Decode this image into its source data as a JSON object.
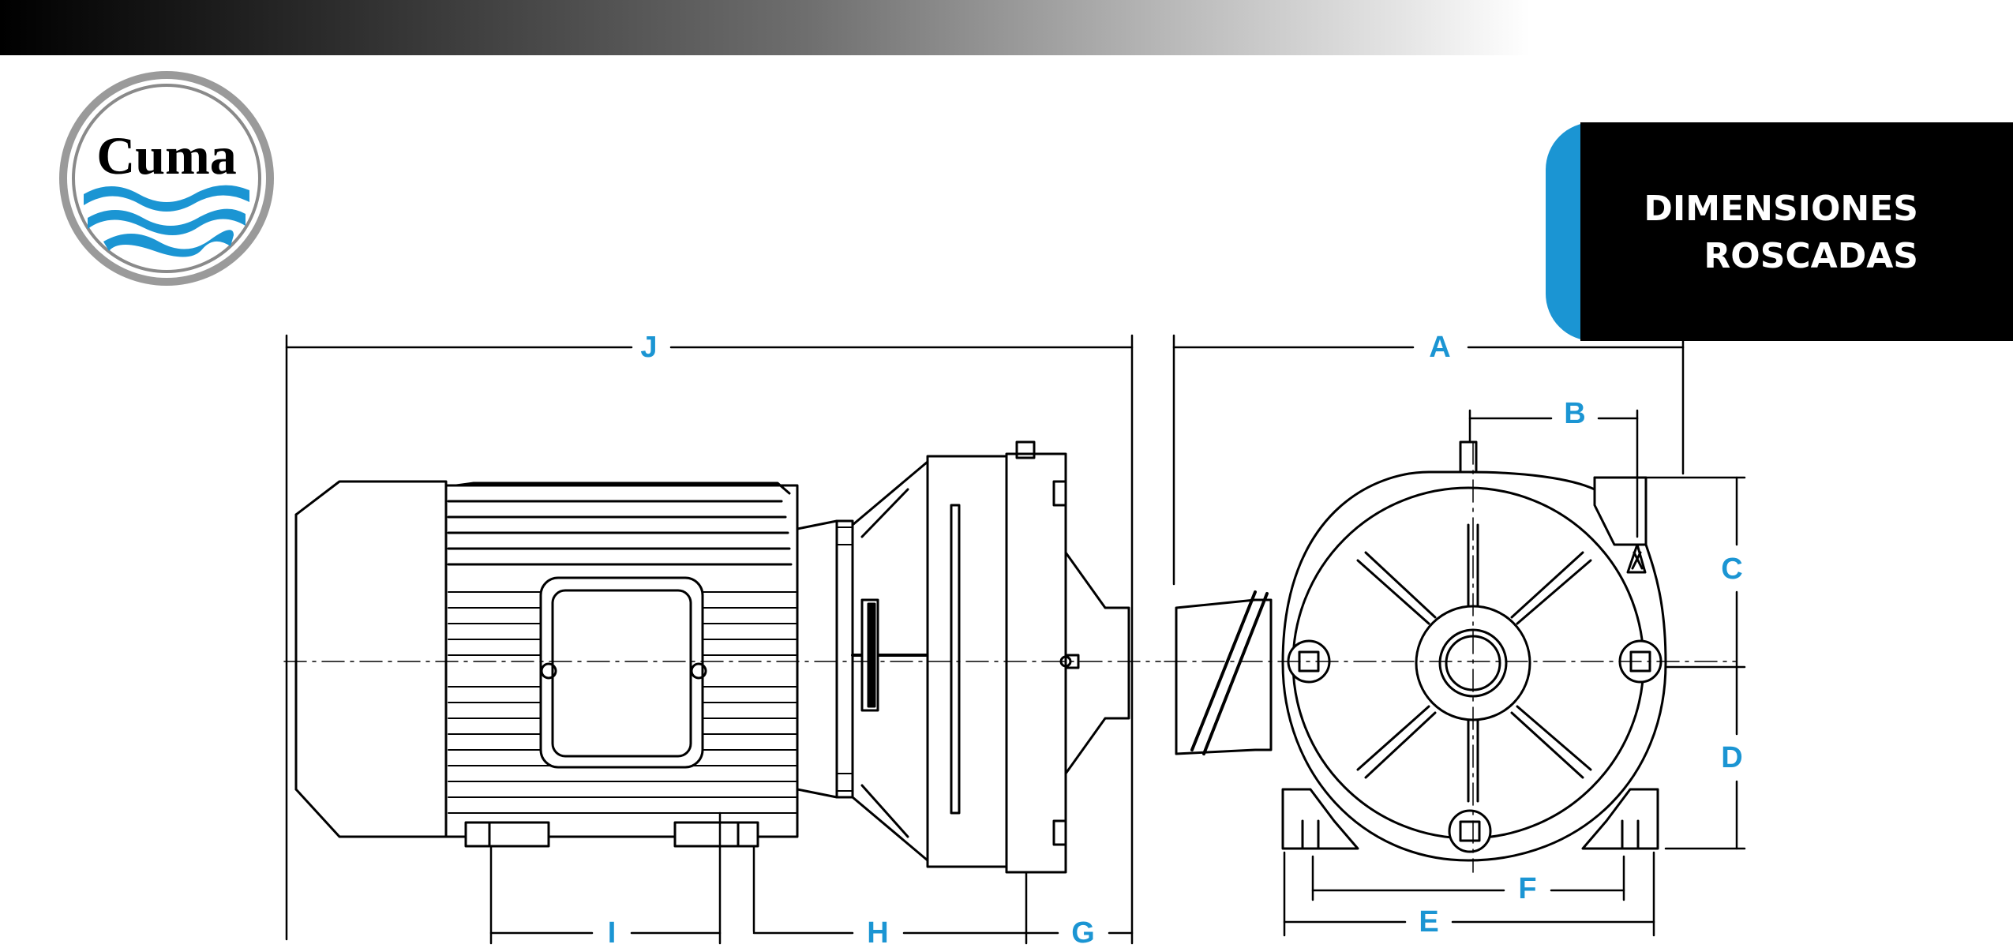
{
  "brand": {
    "name": "Cuma",
    "logo_icon": "cuma-wave-logo-icon"
  },
  "title": {
    "line1": "DIMENSIONES",
    "line2": "ROSCADAS"
  },
  "colors": {
    "accent": "#1b95d3",
    "ink": "#000000",
    "panel": "#000000"
  },
  "dimensions": {
    "side_view": {
      "J": "J",
      "I": "I",
      "H": "H",
      "G": "G"
    },
    "front_view": {
      "A": "A",
      "B": "B",
      "C": "C",
      "D": "D",
      "E": "E",
      "F": "F"
    }
  }
}
